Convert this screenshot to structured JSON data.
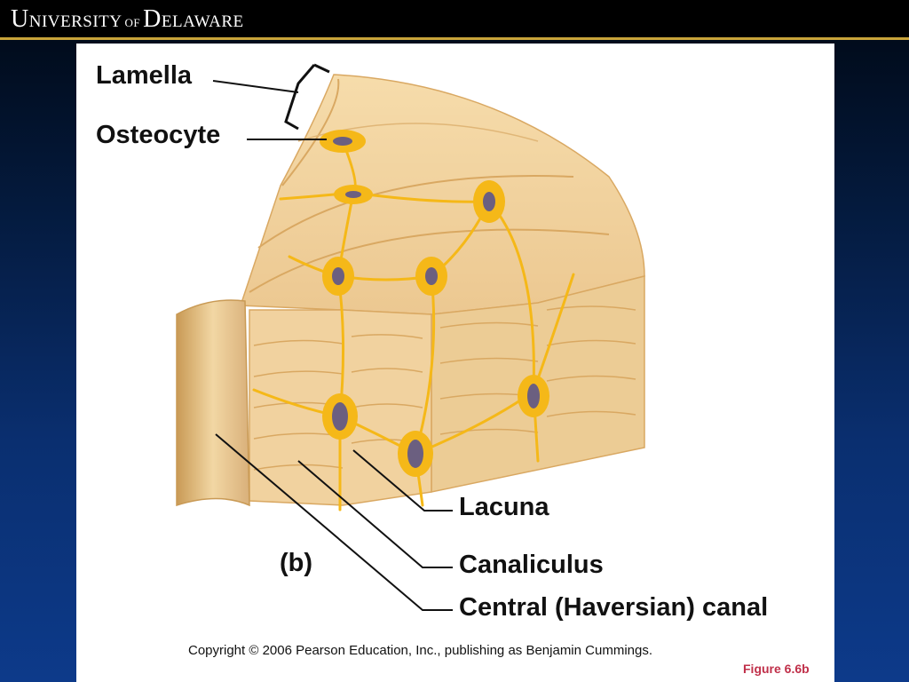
{
  "header": {
    "logo_parts": [
      "U",
      "NIVERSITY",
      "OF",
      "D",
      "ELAWARE"
    ]
  },
  "figure": {
    "labels": {
      "lamella": "Lamella",
      "osteocyte": "Osteocyte",
      "lacuna": "Lacuna",
      "canaliculus": "Canaliculus",
      "central_canal": "Central (Haversian) canal",
      "panel": "(b)"
    },
    "copyright": "Copyright © 2006 Pearson Education, Inc., publishing as Benjamin Cummings.",
    "figure_number": "Figure 6.6b"
  },
  "colors": {
    "bone_light": "#f7deb0",
    "bone_mid": "#ecc891",
    "bone_dark": "#d9a862",
    "osteocyte": "#f5b818",
    "nucleus": "#6b5f80",
    "figure_number": "#c0304a",
    "header_rule": "#c9a43a"
  }
}
